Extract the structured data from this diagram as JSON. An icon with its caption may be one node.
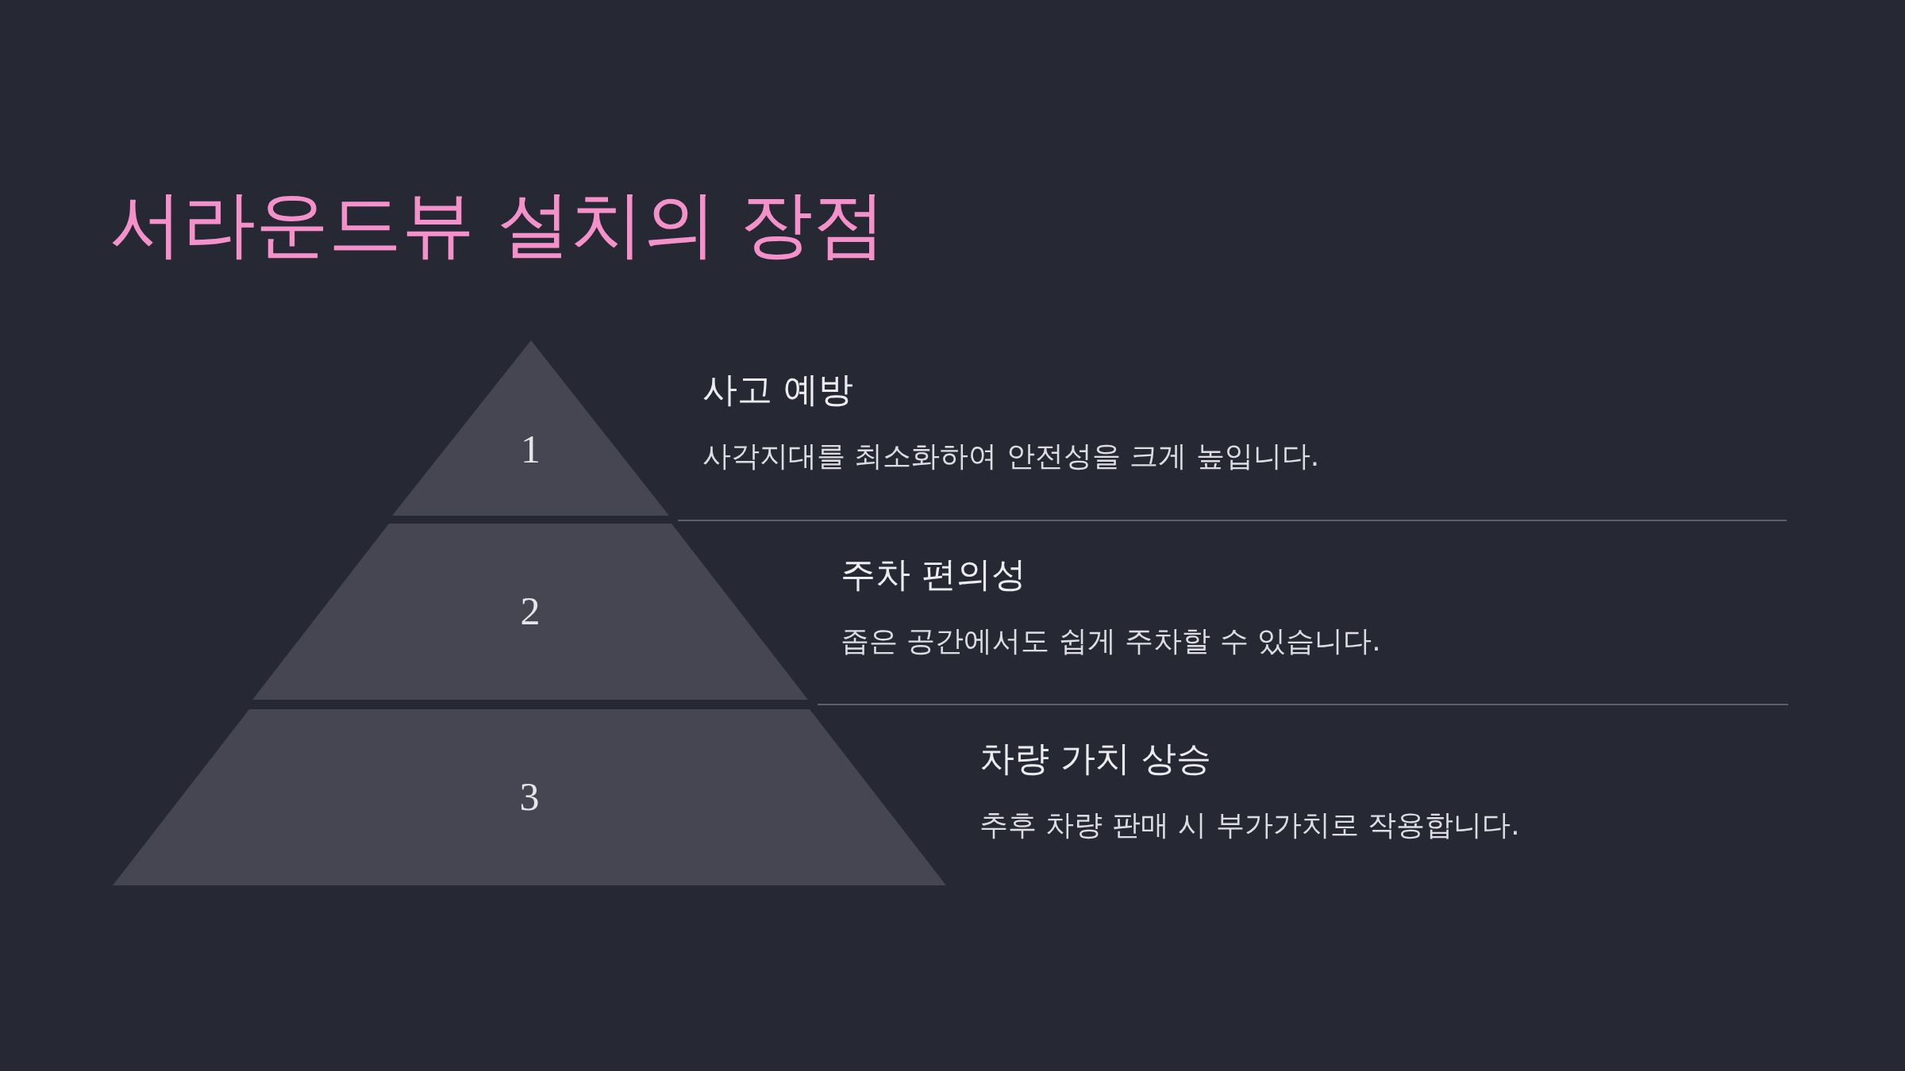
{
  "diagram": {
    "title": "서라운드뷰 설치의 장점",
    "nodes": [
      {
        "text": [
          "1"
        ],
        "beside": [
          "사고 예방",
          "사각지대를 최소화하여 안전성을 크게 높입니다."
        ]
      },
      {
        "text": [
          "2"
        ],
        "beside": [
          "주차 편의성",
          "좁은 공간에서도 쉽게 주차할 수 있습니다."
        ]
      },
      {
        "text": [
          "3"
        ],
        "beside": [
          "차량 가치 상승",
          "추후 차량 판매 시 부가가치로 작용합니다."
        ]
      }
    ]
  }
}
